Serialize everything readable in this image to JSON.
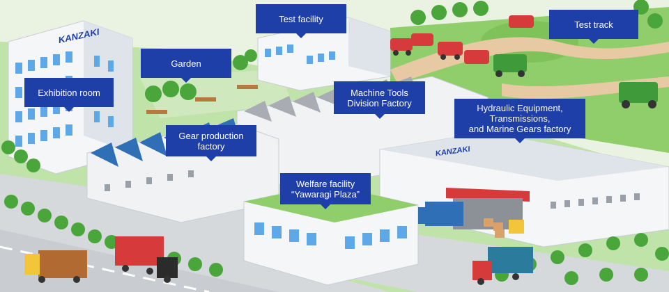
{
  "brand": {
    "name": "KANZAKI",
    "color": "#1f3fa8"
  },
  "labels": {
    "exhibition_room": [
      "Exhibition room"
    ],
    "garden": [
      "Garden"
    ],
    "test_facility": [
      "Test facility"
    ],
    "test_track": [
      "Test track"
    ],
    "machine_tools": [
      "Machine Tools",
      "Division Factory"
    ],
    "hydraulic": [
      "Hydraulic Equipment,",
      "Transmissions,",
      "and Marine Gears factory"
    ],
    "gear_production": [
      "Gear production",
      "factory"
    ],
    "welfare": [
      "Welfare facility",
      "“Yawaragi Plaza”"
    ]
  },
  "colors": {
    "label_bg": "#1f3fa8",
    "grass": "#8fce6a",
    "road": "#d6d9dc",
    "roof_blue": "#2f6fb6",
    "roof_gray": "#a9adb3",
    "tree": "#4aa63a"
  }
}
